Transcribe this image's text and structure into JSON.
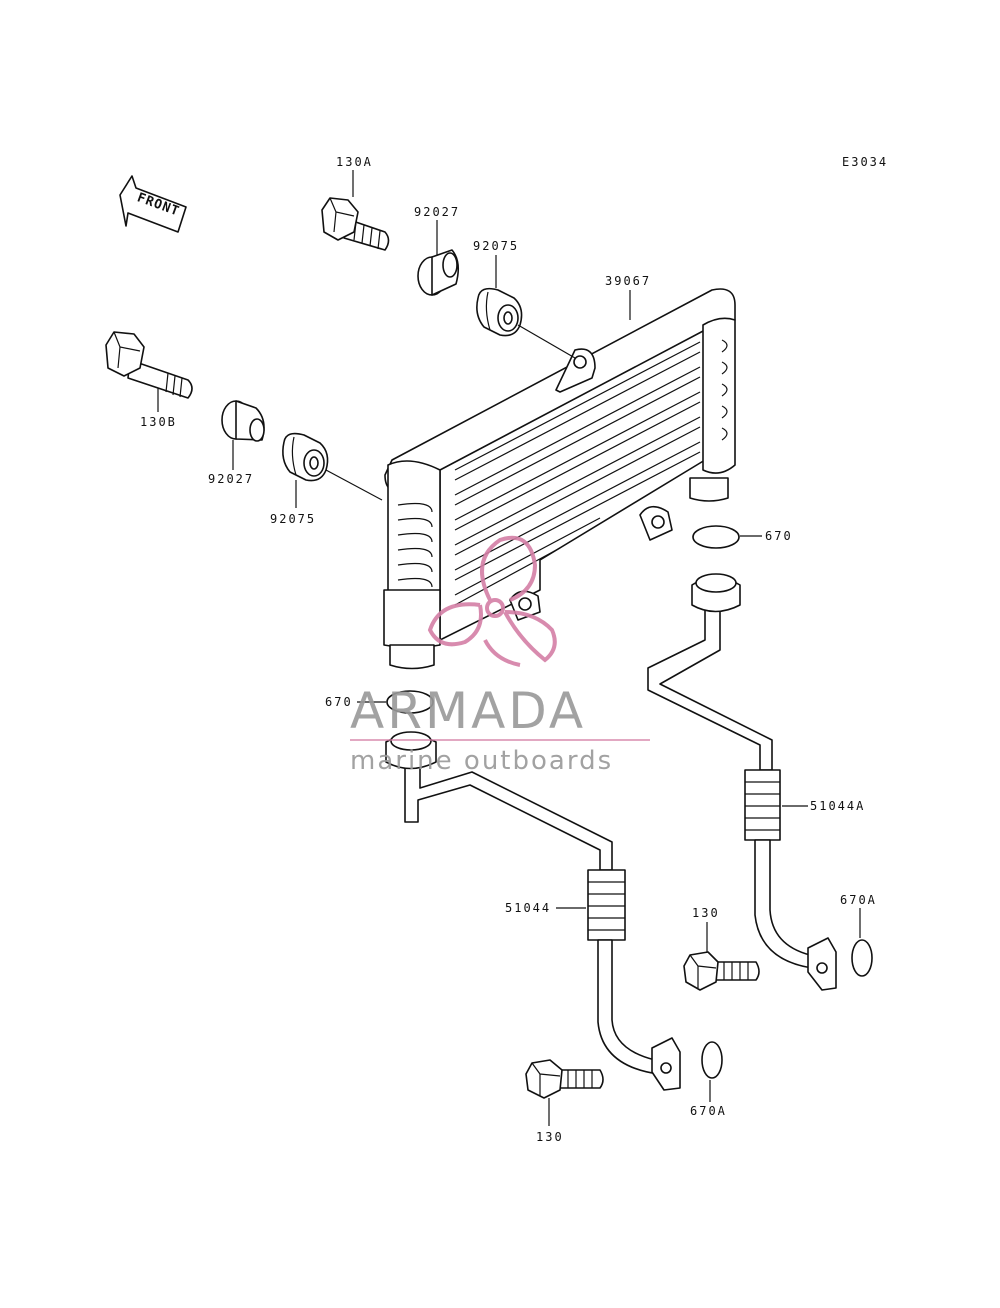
{
  "diagram_code": "E3034",
  "front_label": "FRONT",
  "parts": {
    "p130A": "130A",
    "p130B": "130B",
    "p92027_top": "92027",
    "p92027_left": "92027",
    "p92075_top": "92075",
    "p92075_left": "92075",
    "p39067": "39067",
    "p670_right": "670",
    "p670_left": "670",
    "p51044A": "51044A",
    "p51044": "51044",
    "p130_right": "130",
    "p130_bottom": "130",
    "p670A_right": "670A",
    "p670A_bottom": "670A"
  },
  "watermark": {
    "brand": "ARMADA",
    "tagline": "marine outboards",
    "color": "#d47fa6"
  }
}
